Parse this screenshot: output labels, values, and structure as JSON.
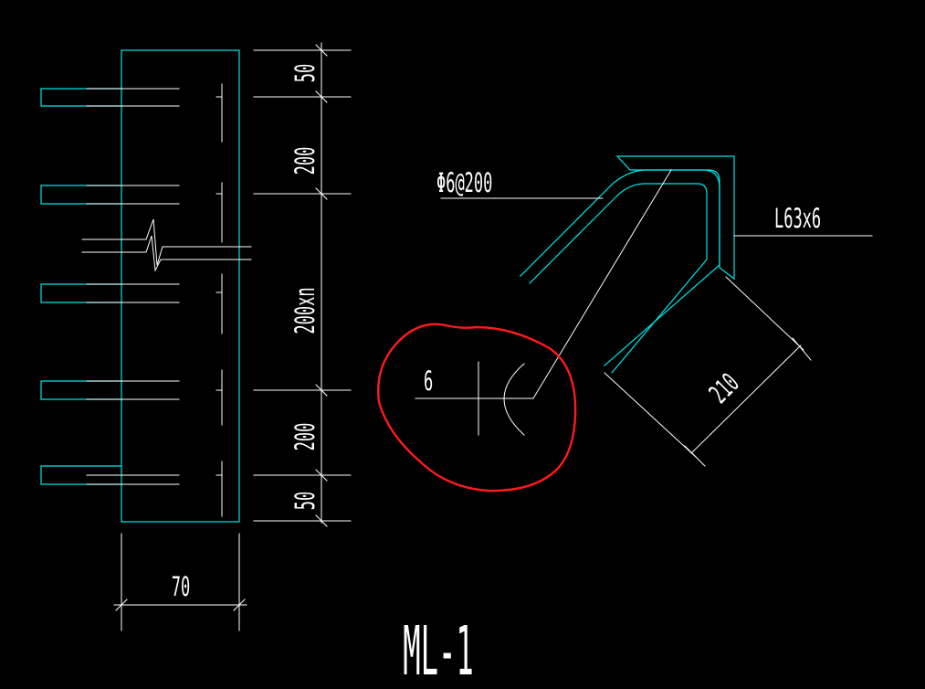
{
  "title": "ML-1",
  "dimensions": {
    "top_50": "50",
    "spacing_200_top": "200",
    "spacing_200xn": "200xn",
    "spacing_200_bottom": "200",
    "bottom_50": "50",
    "width_70": "70",
    "leg_210": "210"
  },
  "labels": {
    "rebar_spec": "Φ6@200",
    "angle_spec": "L63x6",
    "weld_size": "6"
  },
  "colors": {
    "background": "#000000",
    "outline": "#00ffff",
    "annotation": "#ffffff",
    "markup": "#ff0000"
  }
}
